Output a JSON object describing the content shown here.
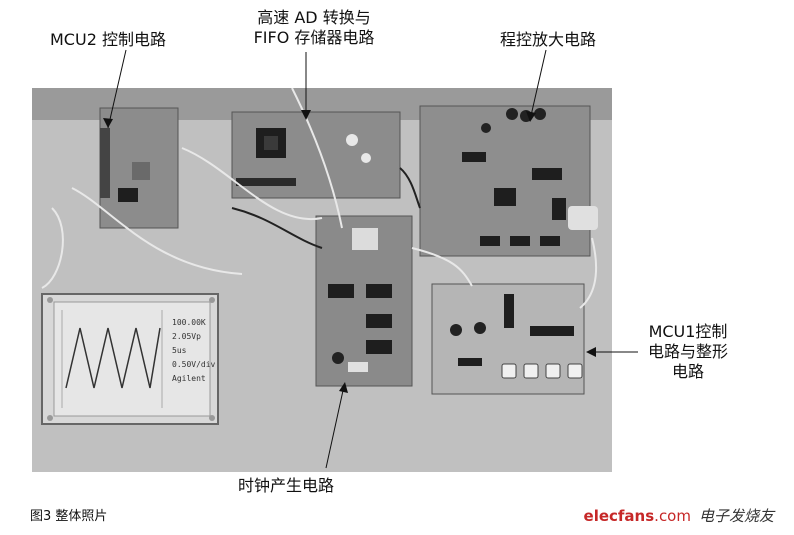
{
  "labels": {
    "mcu2": "MCU2 控制电路",
    "adc_line1": "高速 AD 转换与",
    "adc_line2": "FIFO 存储器电路",
    "amp": "程控放大电路",
    "mcu1_line1": "MCU1控制",
    "mcu1_line2": "电路与整形",
    "mcu1_line3": "电路",
    "clock": "时钟产生电路"
  },
  "caption": "图3 整体照片",
  "brand": {
    "mark": "elecfans",
    "domain": ".com",
    "cn": "电子发烧友"
  },
  "lcd": {
    "readouts": [
      "100.00K",
      "2.05Vp",
      "5us",
      "0.50V/div",
      "Agilent"
    ]
  },
  "colors": {
    "board": "#8a8a8a",
    "board_dark": "#5a5a5a",
    "chip": "#1e1e1e",
    "lcd_bg": "#e6e6e6",
    "brand_red": "#c62828"
  }
}
